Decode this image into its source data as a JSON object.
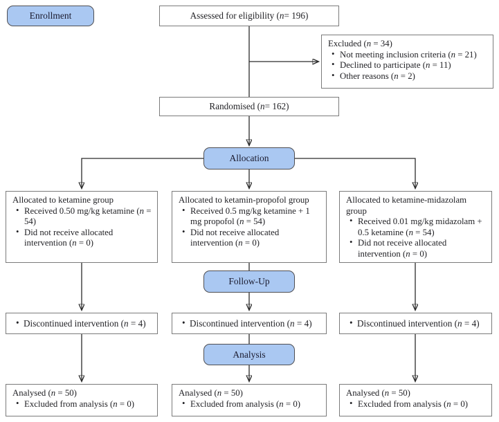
{
  "stages": {
    "enrollment": "Enrollment",
    "allocation": "Allocation",
    "followup": "Follow-Up",
    "analysis": "Analysis"
  },
  "boxes": {
    "assessed": {
      "text": "Assessed for eligibility (n = 196)"
    },
    "excluded": {
      "title": "Excluded (n = 34)",
      "bullets": [
        "Not meeting inclusion criteria (n = 21)",
        "Declined to participate (n = 11)",
        "Other reasons (n = 2)"
      ]
    },
    "randomised": {
      "text": "Randomised (n = 162)"
    }
  },
  "columns": [
    {
      "allocation": {
        "title": "Allocated to ketamine group",
        "bullets": [
          "Received 0.50 mg/kg ketamine (n = 54)",
          "Did not receive allocated intervention (n = 0)"
        ]
      },
      "discontinued": {
        "bullet": "Discontinued intervention (n = 4)"
      },
      "analysed": {
        "title": "Analysed (n = 50)",
        "bullets": [
          "Excluded from analysis (n = 0)"
        ]
      }
    },
    {
      "allocation": {
        "title": "Allocated to ketamin-propofol group",
        "bullets": [
          "Received 0.5 mg/kg ketamine + 1 mg propofol (n = 54)",
          "Did not receive allocated intervention (n = 0)"
        ]
      },
      "discontinued": {
        "bullet": "Discontinued intervention (n = 4)"
      },
      "analysed": {
        "title": "Analysed (n = 50)",
        "bullets": [
          "Excluded from analysis (n = 0)"
        ]
      }
    },
    {
      "allocation": {
        "title": "Allocated to ketamine-midazolam group",
        "bullets": [
          "Received 0.01 mg/kg midazolam + 0.5 ketamine (n = 54)",
          "Did not receive allocated intervention (n = 0)"
        ]
      },
      "discontinued": {
        "bullet": "Discontinued intervention (n = 4)"
      },
      "analysed": {
        "title": "Analysed (n = 50)",
        "bullets": [
          "Excluded from analysis (n = 0)"
        ]
      }
    }
  ],
  "colors": {
    "badge_fill": "#aac8f2",
    "badge_border": "#4e4e52",
    "box_border": "#7a7a7a",
    "arrow": "#2a2a2a",
    "text": "#222226"
  }
}
